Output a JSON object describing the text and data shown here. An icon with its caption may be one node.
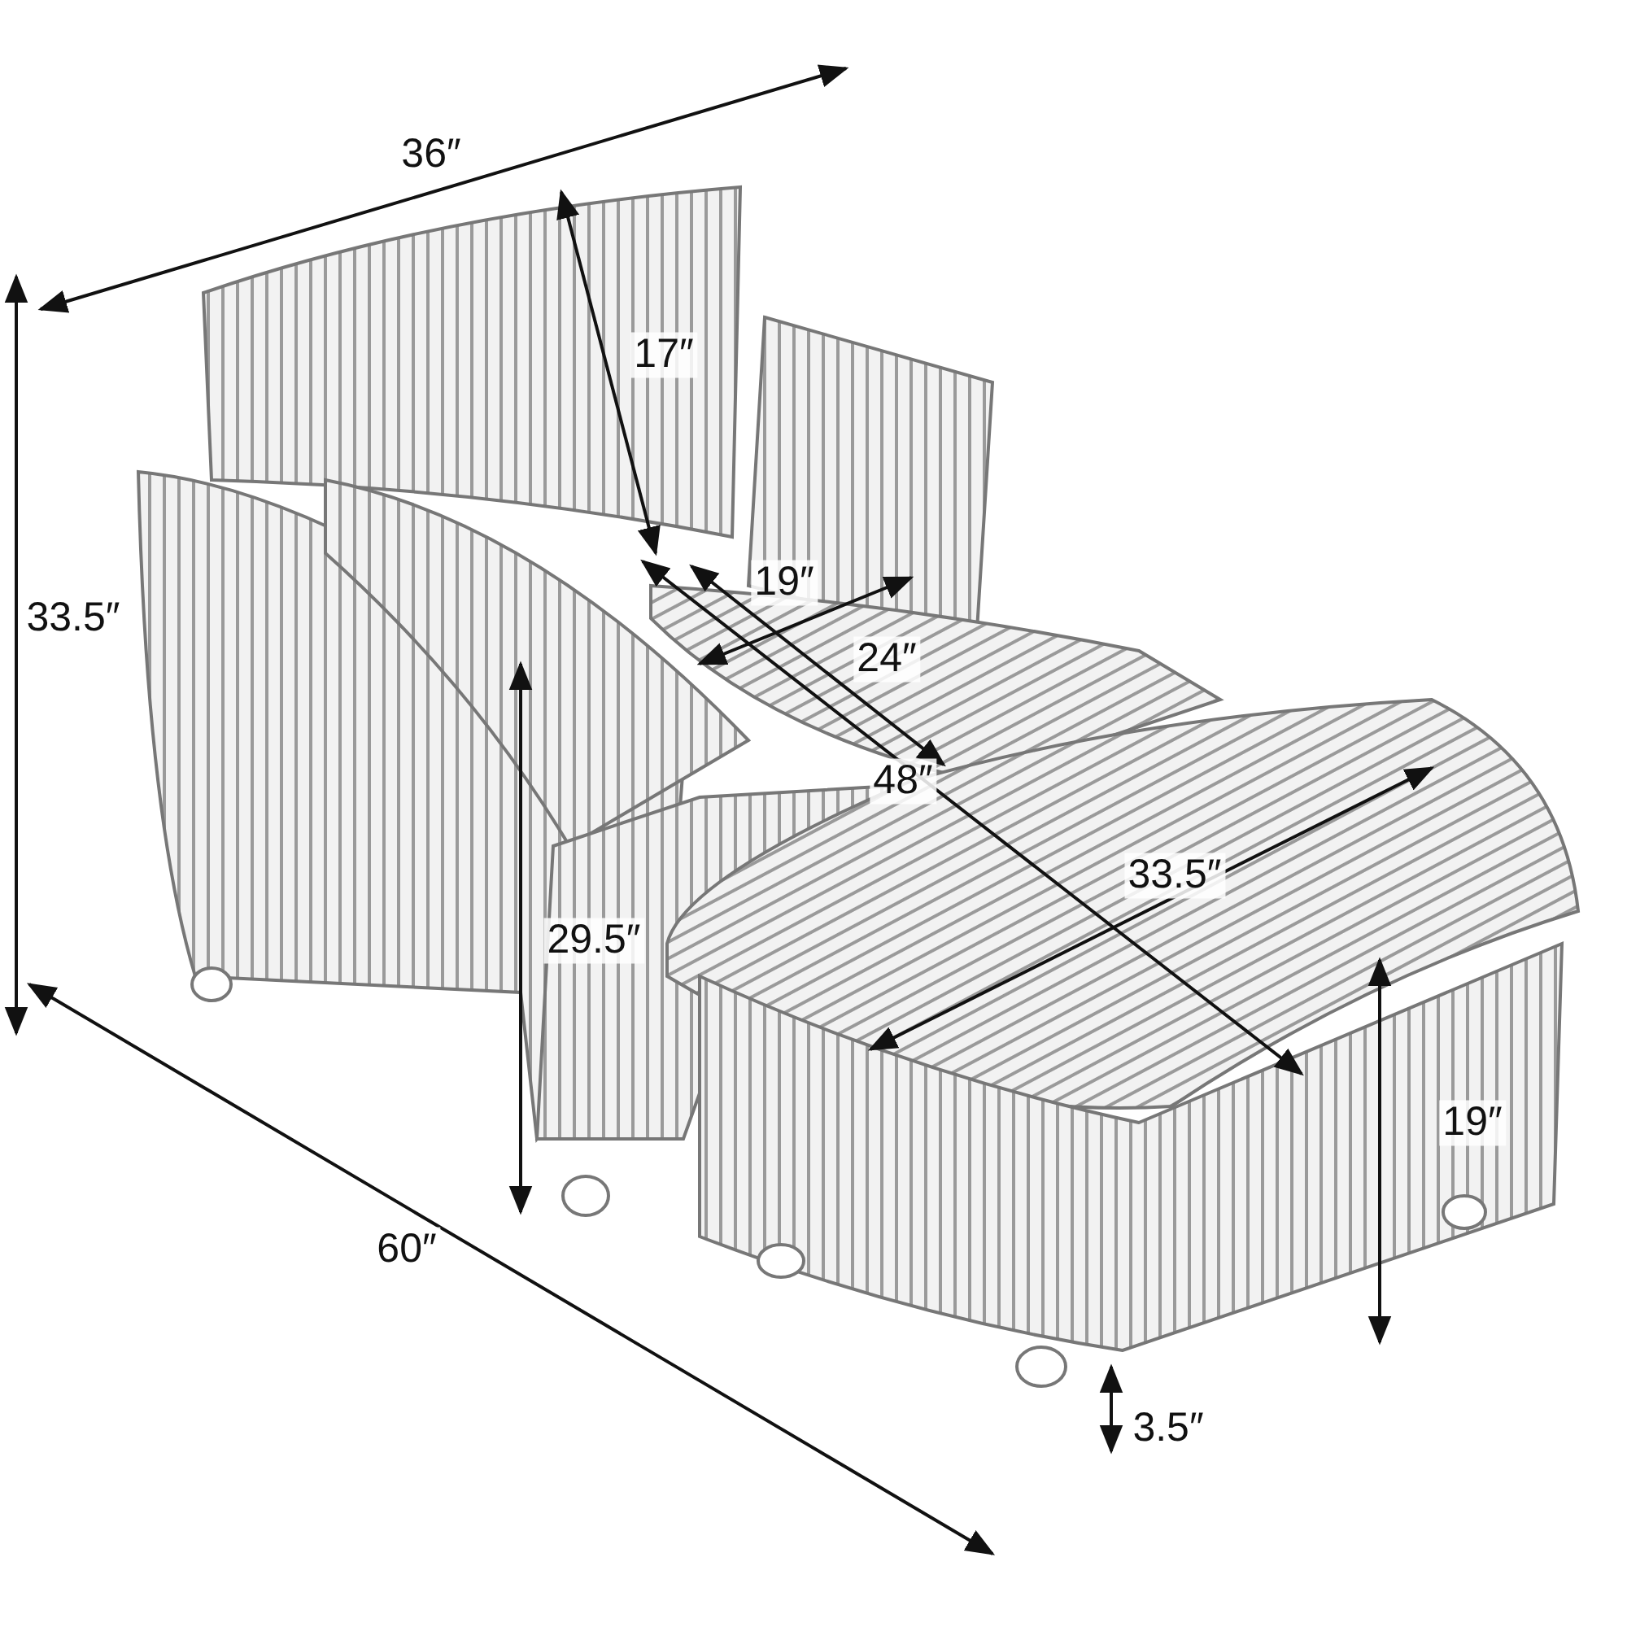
{
  "diagram": {
    "labels": [
      "36″",
      "17″",
      "33.5″",
      "19″",
      "24″",
      "48″",
      "33.5″",
      "29.5″",
      "19″",
      "60″",
      "3.5″"
    ]
  }
}
